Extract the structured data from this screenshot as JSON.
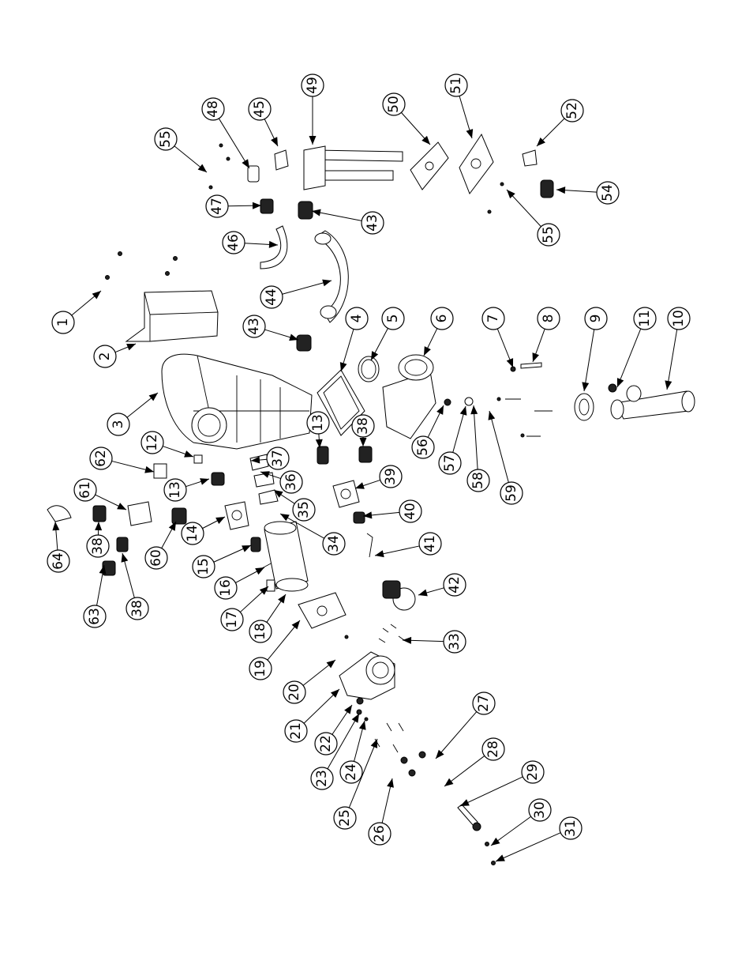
{
  "diagram": {
    "labels": [
      "1",
      "2",
      "3",
      "4",
      "5",
      "6",
      "7",
      "8",
      "9",
      "10",
      "11",
      "12",
      "13",
      "13",
      "14",
      "15",
      "16",
      "17",
      "18",
      "19",
      "20",
      "21",
      "22",
      "23",
      "24",
      "25",
      "26",
      "27",
      "28",
      "29",
      "30",
      "31",
      "33",
      "34",
      "35",
      "36",
      "37",
      "38",
      "38",
      "38",
      "39",
      "40",
      "41",
      "42",
      "43",
      "43",
      "44",
      "45",
      "46",
      "47",
      "48",
      "49",
      "50",
      "51",
      "52",
      "54",
      "55",
      "55",
      "56",
      "57",
      "58",
      "59",
      "60",
      "61",
      "62",
      "63",
      "64"
    ]
  }
}
